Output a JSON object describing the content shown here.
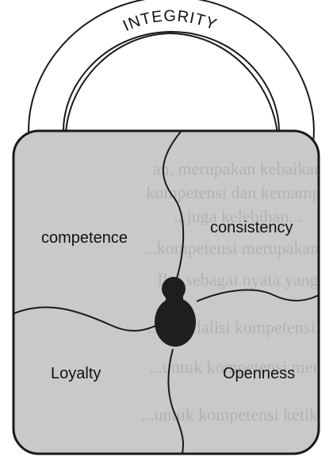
{
  "diagram": {
    "handle_label": "INTEGRITY",
    "quadrants": {
      "top_left": "competence",
      "top_right": "consistency",
      "bottom_left": "Loyalty",
      "bottom_right": "Openness"
    },
    "background_text_lines": [
      "an, merupakan kebaikan",
      "kompetensi dan kemampu",
      "...juga kelebihan...",
      "...kompetensi merupakan...",
      "Ilgi sebagai nyata yang",
      "...(Whtlalisi kompetensi...",
      "...untuk kompetensi mem",
      "...untuk kompetensi ketikan"
    ],
    "colors": {
      "lock_fill": "#c9c9c9",
      "outline": "#1a1a1a",
      "keyhole": "#1e1e1e",
      "handle_fill": "#ffffff"
    }
  }
}
